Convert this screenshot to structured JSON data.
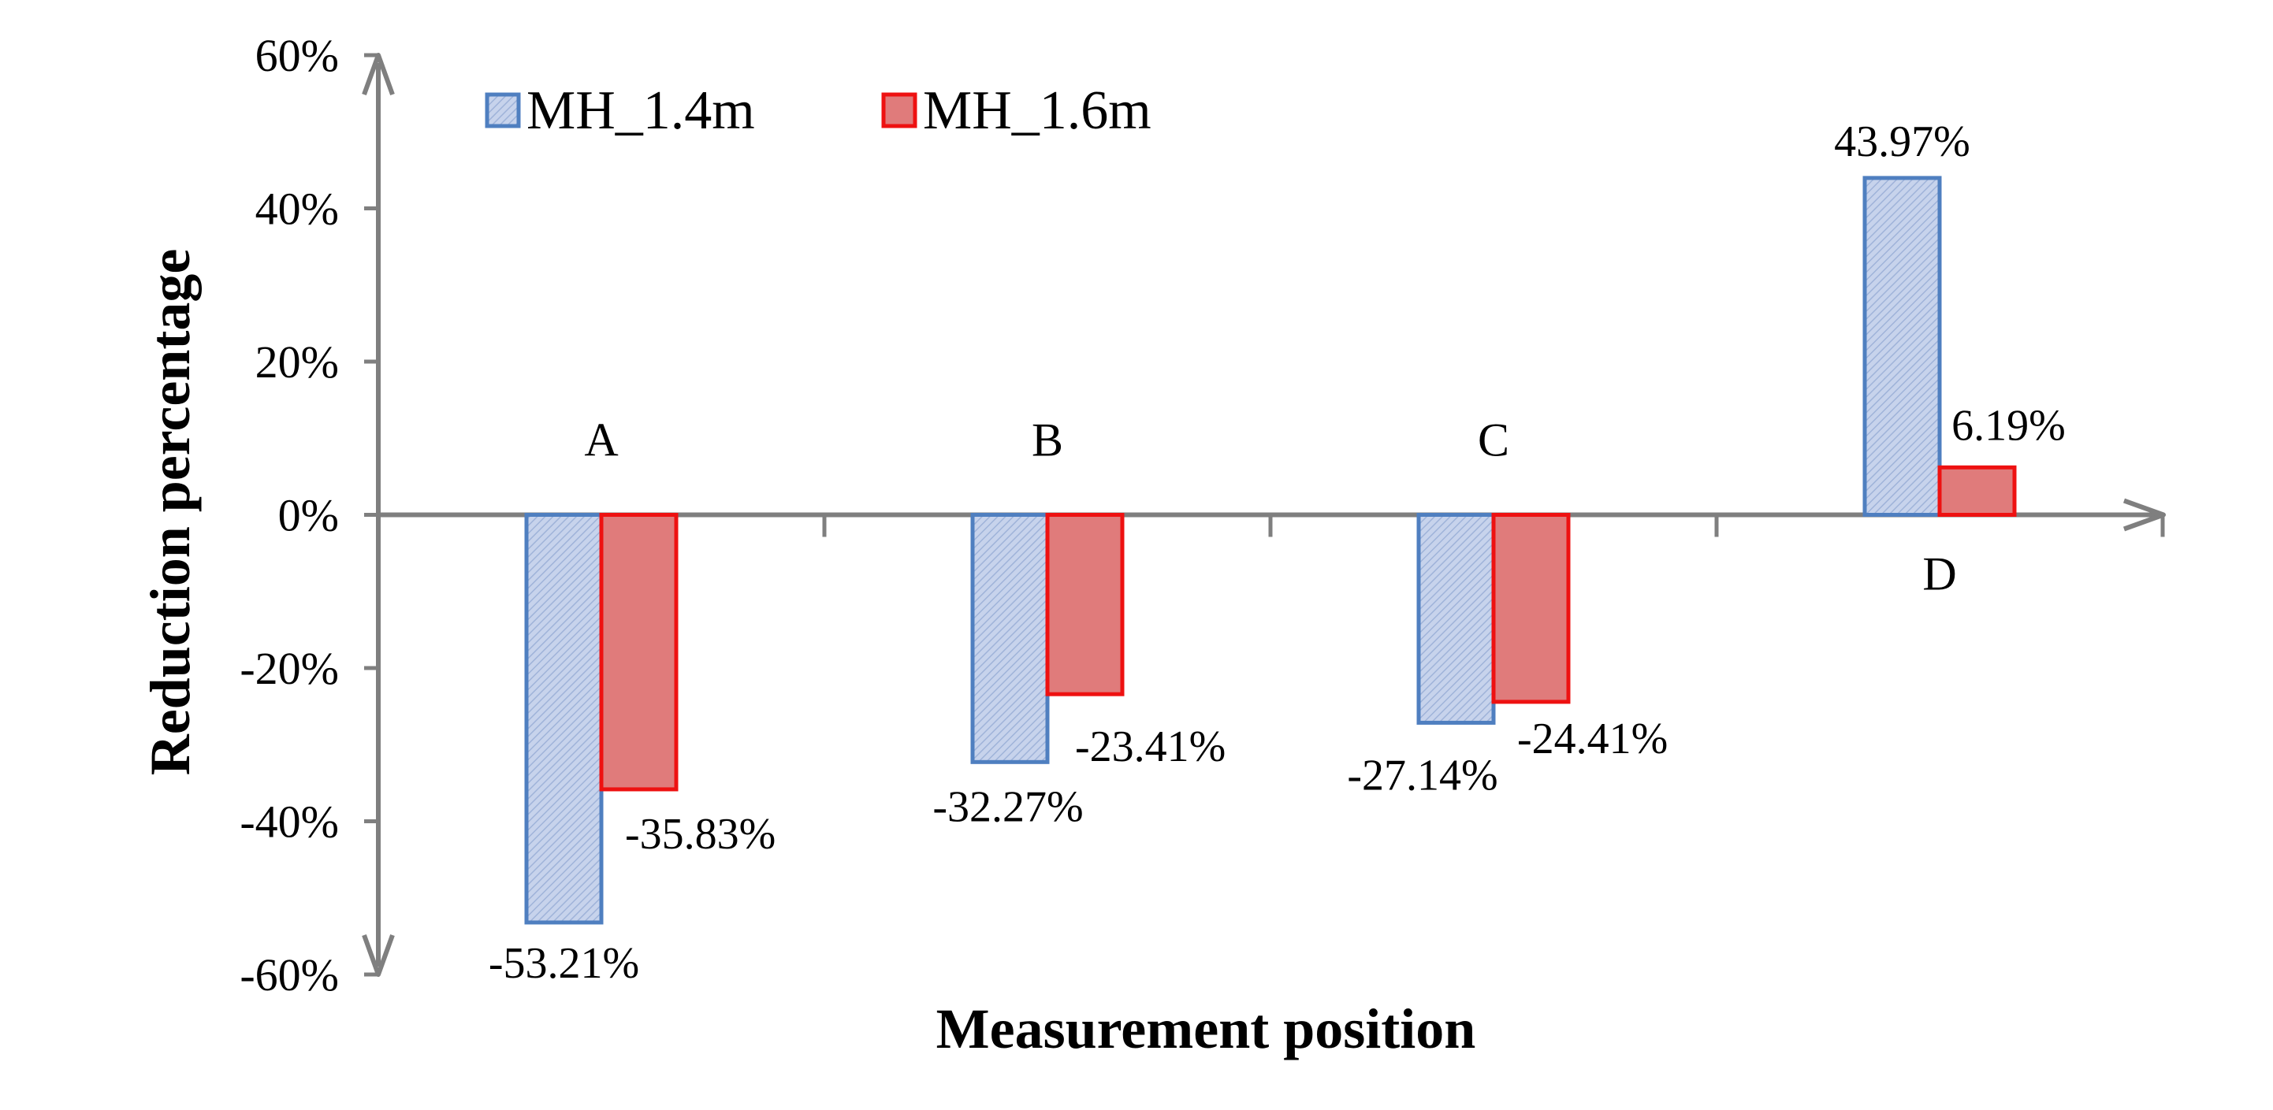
{
  "chart_data": {
    "type": "bar",
    "categories": [
      "A",
      "B",
      "C",
      "D"
    ],
    "series": [
      {
        "name": "MH_1.4m",
        "values": [
          -53.21,
          -32.27,
          -27.14,
          43.97
        ],
        "labels": [
          "-53.21%",
          "-32.27%",
          "-27.14%",
          "43.97%"
        ]
      },
      {
        "name": "MH_1.6m",
        "values": [
          -35.83,
          -23.41,
          -24.41,
          6.19
        ],
        "labels": [
          "-35.83%",
          "-23.41%",
          "-24.41%",
          "6.19%"
        ]
      }
    ],
    "xlabel": "Measurement position",
    "ylabel": "Reduction percentage",
    "ylim": [
      -60,
      60
    ],
    "yticks": [
      60,
      40,
      20,
      0,
      -20,
      -40,
      -60
    ],
    "ytick_labels": [
      "60%",
      "40%",
      "20%",
      "0%",
      "-20%",
      "-40%",
      "-60%"
    ],
    "grid": false,
    "legend_position": "top-left",
    "colors": {
      "series1_fill": "#c7d3ec",
      "series1_hatch": "#9fb3d9",
      "series1_stroke": "#4f7fc0",
      "series2_fill": "#e07b7b",
      "series2_stroke": "#ee1111",
      "axis": "#7f7f7f"
    }
  }
}
